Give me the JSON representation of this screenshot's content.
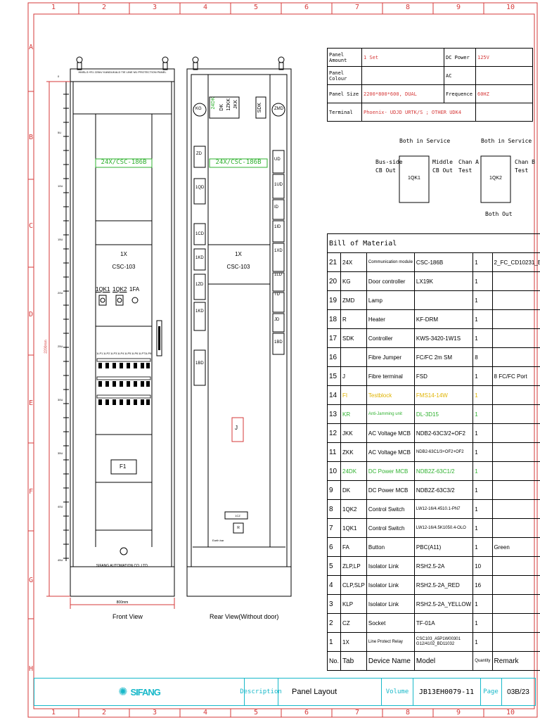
{
  "grid": {
    "cols": [
      "1",
      "2",
      "3",
      "4",
      "5",
      "6",
      "7",
      "8",
      "9",
      "10"
    ],
    "rows": [
      "A",
      "B",
      "C",
      "D",
      "E",
      "F",
      "G",
      "H"
    ]
  },
  "front_view": {
    "header": "HMSL/1+R1 220kV KANDUKALD TIE LINE M1 PROTECTION PANEL",
    "module_label": "24X/CSC-186B",
    "relay_line1": "1X",
    "relay_line2": "CSC-103",
    "switch_labels": [
      "1QK1",
      "1QK2",
      "1FA"
    ],
    "f1": "F1",
    "footer": "SIFANG AUTOMATION CO.,LTD.",
    "width_label": "800mm",
    "height_label": "2200mm",
    "scale": [
      "0",
      "5U",
      "10U",
      "15U",
      "20U",
      "25U",
      "30U",
      "35U",
      "40U",
      "45U"
    ],
    "link_labels": [
      "1LP1",
      "1LP2",
      "1LP3",
      "1LP4",
      "1LP5",
      "1LP6",
      "1LP7",
      "1LP8"
    ],
    "caption": "Front View"
  },
  "rear_view": {
    "kg": "KG",
    "zmd": "ZMD",
    "top_labels": [
      "24DK",
      "DK",
      "1ZKK",
      "JKK"
    ],
    "sdk": "SDK",
    "module_label": "24X/CSC-186B",
    "relay_line1": "1X",
    "relay_line2": "CSC-103",
    "left_terms": [
      "ZD",
      "1QD",
      "1CD",
      "1KD",
      "1ZD",
      "1KD",
      "1BD"
    ],
    "right_terms": [
      "UD",
      "1UD",
      "ID",
      "1ID",
      "1XD",
      "1LD",
      "TD",
      "JD",
      "1BD"
    ],
    "j": "J",
    "cz": "1CZ",
    "r": "R",
    "earth": "Earth bar",
    "caption": "Rear View(Without door)"
  },
  "info": {
    "panel_amount_label": "Panel Amount",
    "panel_amount": "1 Set",
    "dc_power_label": "DC Power",
    "dc_power": "125V",
    "panel_colour_label": "Panel Colour",
    "ac_label": "AC",
    "panel_size_label": "Panel Size",
    "panel_size": "2200*800*600, DUAL",
    "frequence_label": "Frequence",
    "frequence": "60HZ",
    "terminal_label": "Terminal",
    "terminal": "Phoenix- UDJD URTK/S ; OTHER UDK4"
  },
  "switch_diagram": {
    "both_in_service_1": "Both in Service",
    "both_in_service_2": "Both in Service",
    "bus_side": "Bus-side",
    "cb_out_1": "CB Out",
    "middle": "Middle",
    "cb_out_2": "CB Out",
    "chan_a": "Chan A",
    "test_a": "Test",
    "chan_b": "Chan B",
    "test_b": "Test",
    "qk1": "1QK1",
    "qk2": "1QK2",
    "both_out": "Both Out"
  },
  "bom": {
    "title": "Bill of Material",
    "header": {
      "no": "No.",
      "tab": "Tab",
      "name": "Device Name",
      "model": "Model",
      "qty": "Quantity",
      "remark": "Remark"
    },
    "rows": [
      {
        "no": "21",
        "tab": "24X",
        "name": "Communication module",
        "model": "CSC-186B",
        "qty": "1",
        "remark": "2_FC_CD10231_E",
        "color": ""
      },
      {
        "no": "20",
        "tab": "KG",
        "name": "Door controller",
        "model": "LX19K",
        "qty": "1",
        "remark": "",
        "color": ""
      },
      {
        "no": "19",
        "tab": "ZMD",
        "name": "Lamp",
        "model": "",
        "qty": "1",
        "remark": "",
        "color": ""
      },
      {
        "no": "18",
        "tab": "R",
        "name": "Heater",
        "model": "KF-DRM",
        "qty": "1",
        "remark": "",
        "color": ""
      },
      {
        "no": "17",
        "tab": "SDK",
        "name": "Controller",
        "model": "KWS-3420-1W1S",
        "qty": "1",
        "remark": "",
        "color": ""
      },
      {
        "no": "16",
        "tab": "",
        "name": "Fibre Jumper",
        "model": "FC/FC 2m SM",
        "qty": "8",
        "remark": "",
        "color": ""
      },
      {
        "no": "15",
        "tab": "J",
        "name": "Fibre terminal",
        "model": "FSD",
        "qty": "1",
        "remark": "8 FC/FC Port",
        "color": ""
      },
      {
        "no": "14",
        "tab": "FI",
        "name": "Testblock",
        "model": "FMS14-14W",
        "qty": "1",
        "remark": "",
        "color": "yellow"
      },
      {
        "no": "13",
        "tab": "KR",
        "name": "Anti-Jamming unit",
        "model": "DL-3D15",
        "qty": "1",
        "remark": "",
        "color": "green"
      },
      {
        "no": "12",
        "tab": "JKK",
        "name": "AC Voltage MCB",
        "model": "NDB2-63C3/2+OF2",
        "qty": "1",
        "remark": "",
        "color": ""
      },
      {
        "no": "11",
        "tab": "ZKK",
        "name": "AC Voltage MCB",
        "model": "NDB2-63C1/3+OF2+OF2",
        "qty": "1",
        "remark": "",
        "color": ""
      },
      {
        "no": "10",
        "tab": "24DK",
        "name": "DC Power MCB",
        "model": "NDB2Z-63C1/2",
        "qty": "1",
        "remark": "",
        "color": "green"
      },
      {
        "no": "9",
        "tab": "DK",
        "name": "DC Power MCB",
        "model": "NDB2Z-63C3/2",
        "qty": "1",
        "remark": "",
        "color": ""
      },
      {
        "no": "8",
        "tab": "1QK2",
        "name": "Control Switch",
        "model": "LW12-16/4.4510.1-PN7",
        "qty": "1",
        "remark": "",
        "color": ""
      },
      {
        "no": "7",
        "tab": "1QK1",
        "name": "Control Switch",
        "model": "LW12-16/4.5K1050.4-OLO",
        "qty": "1",
        "remark": "",
        "color": ""
      },
      {
        "no": "6",
        "tab": "FA",
        "name": "Button",
        "model": "PBC(A11)",
        "qty": "1",
        "remark": "Green",
        "color": ""
      },
      {
        "no": "5",
        "tab": "ZLP,LP",
        "name": "Isolator Link",
        "model": "RSH2.5-2A",
        "qty": "10",
        "remark": "",
        "color": ""
      },
      {
        "no": "4",
        "tab": "CLP,SLP",
        "name": "Isolator Link",
        "model": "RSH2.5-2A_RED",
        "qty": "16",
        "remark": "",
        "color": ""
      },
      {
        "no": "3",
        "tab": "KLP",
        "name": "Isolator Link",
        "model": "RSH2.5-2A_YELLOW",
        "qty": "1",
        "remark": "",
        "color": ""
      },
      {
        "no": "2",
        "tab": "CZ",
        "name": "Socket",
        "model": "TF-01A",
        "qty": "1",
        "remark": "",
        "color": ""
      },
      {
        "no": "1",
        "tab": "1X",
        "name": "Line Protect Relay",
        "model": "CSC103_A5P1W00301 G12/4102_BD11032",
        "qty": "1",
        "remark": "",
        "color": ""
      }
    ]
  },
  "title_block": {
    "logo": "SIFANG",
    "description_label": "Description",
    "description": "Panel Layout",
    "volume_label": "Volume",
    "volume": "JB13EH0079-11",
    "page_label": "Page",
    "page": "03B/23"
  },
  "colors": {
    "frame": "#d63a3a",
    "titlebar": "#17b8c9",
    "green": "#2fb12f",
    "yellow": "#e0b300"
  }
}
